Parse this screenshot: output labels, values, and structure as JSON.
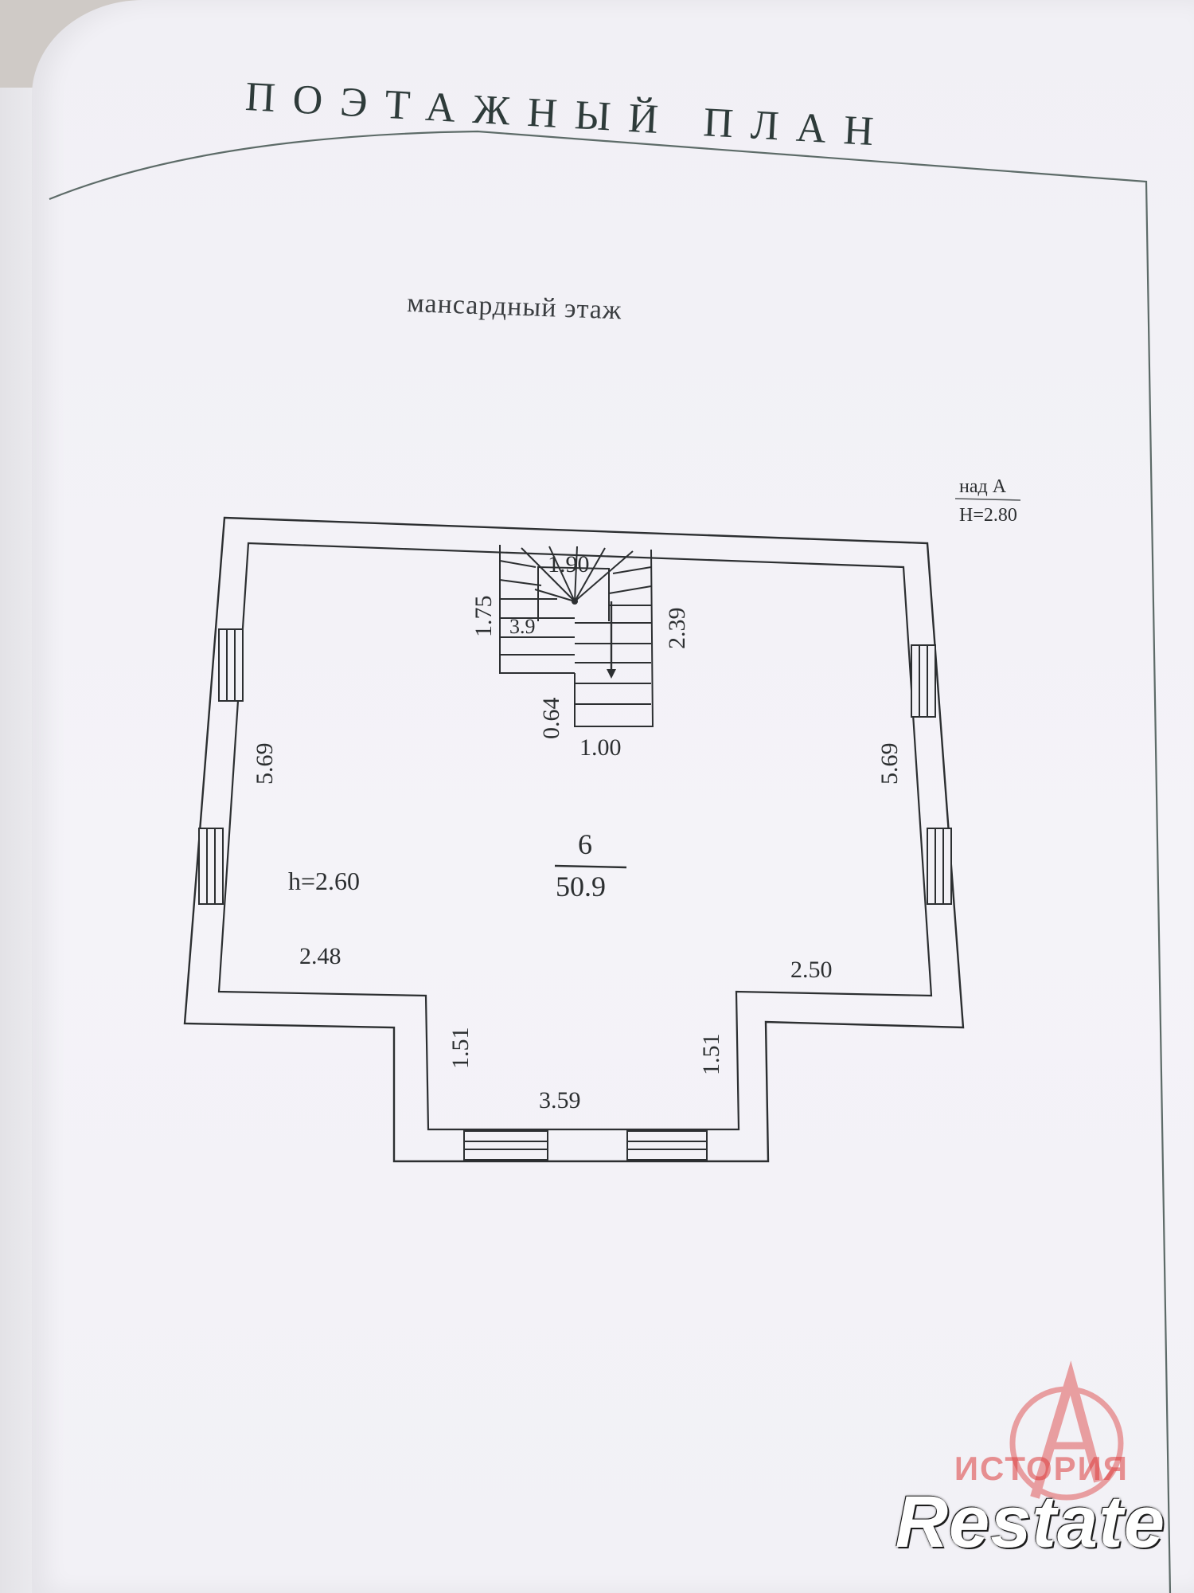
{
  "document": {
    "title": "ПОЭТАЖНЫЙ ПЛАН",
    "floor_name": "мансардный этаж"
  },
  "note": {
    "line1": "над А",
    "line2": "Н=2.80"
  },
  "room": {
    "number": "6",
    "area": "50.9",
    "ceiling_height": "h=2.60"
  },
  "dimensions": {
    "left_wall": "5.69",
    "right_wall": "5.69",
    "bottom_left_ledge": "2.48",
    "bottom_right_ledge": "2.50",
    "bay_left_depth": "1.51",
    "bay_right_depth": "1.51",
    "bay_width": "3.59",
    "stair_top_width": "1.90",
    "stair_left_flight": "1.75",
    "stair_right_flight": "2.39",
    "stair_lower_depth": "0.64",
    "stair_bottom_width": "1.00",
    "stair_mid": "3.9"
  },
  "watermark": {
    "brand": "Restate",
    "agency": "ИСТОРИЯ",
    "logo_letter": "А",
    "logo_color": "#e05a5a"
  },
  "colors": {
    "ink": "#2c2f31",
    "title": "#2e3b3a"
  }
}
